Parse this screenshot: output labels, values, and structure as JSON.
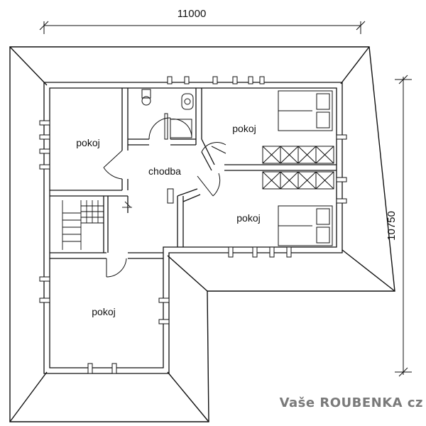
{
  "dimensions": {
    "width_label": "11000",
    "depth_label": "10750"
  },
  "rooms": {
    "room_top_left": "pokoj",
    "hallway": "chodba",
    "room_bedroom_top": "pokoj",
    "room_bedroom_right": "pokoj",
    "room_bottom_left": "pokoj"
  },
  "branding": {
    "text": "Vaše ROUBENKA cz"
  },
  "colors": {
    "line": "#111111",
    "background": "#ffffff",
    "brand": "#7a7a7a"
  }
}
